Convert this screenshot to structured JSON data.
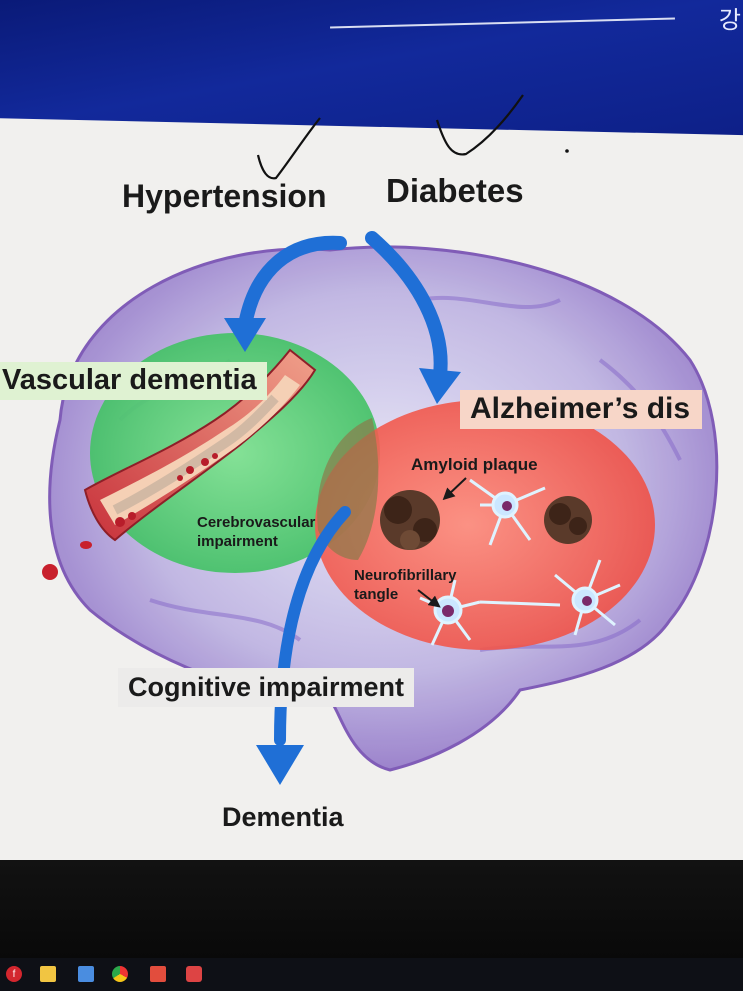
{
  "screen": {
    "corner_char": "강"
  },
  "diagram": {
    "risk_factors": {
      "left": "Hypertension",
      "right": "Diabetes"
    },
    "vascular_dementia": "Vascular dementia",
    "alzheimers": "Alzheimer’s dis",
    "amyloid_plaque": "Amyloid plaque",
    "cerebrovascular": [
      "Cerebrovascular",
      "impairment"
    ],
    "neurofibrillary": [
      "Neurofibrillary",
      "tangle"
    ],
    "cognitive": "Cognitive impairment",
    "dementia": "Dementia"
  },
  "colors": {
    "vascular": "#4fcf72",
    "alzheimers": "#f36456",
    "arrows": "#1f6fd6",
    "brain": "#b8a9de"
  },
  "taskbar": {
    "icons": [
      "f",
      "mail",
      "chrome",
      "file",
      "app"
    ]
  }
}
